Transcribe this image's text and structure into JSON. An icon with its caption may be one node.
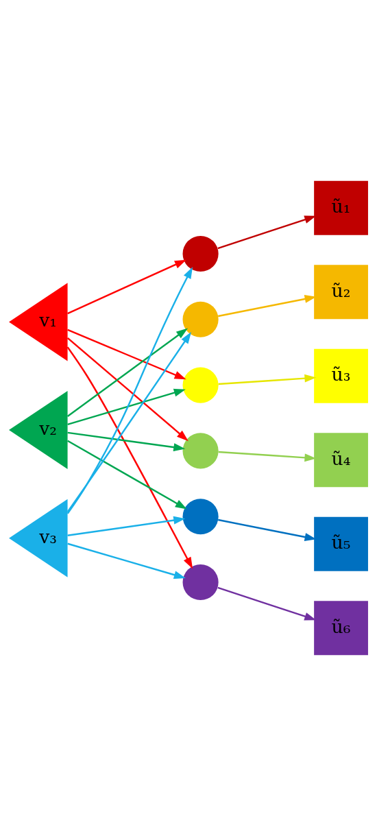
{
  "diagram": {
    "nodes": [
      {
        "text": [
          "v₁"
        ]
      },
      {
        "text": [
          "v₂"
        ]
      },
      {
        "text": [
          "v₃"
        ]
      },
      {
        "text": [],
        "shape": "circle"
      },
      {
        "text": [],
        "shape": "circle"
      },
      {
        "text": [],
        "shape": "circle"
      },
      {
        "text": [],
        "shape": "circle"
      },
      {
        "text": [],
        "shape": "circle"
      },
      {
        "text": [],
        "shape": "circle"
      },
      {
        "text": [
          "ũ₁"
        ]
      },
      {
        "text": [
          "ũ₂"
        ]
      },
      {
        "text": [
          "ũ₃"
        ]
      },
      {
        "text": [
          "ũ₄"
        ]
      },
      {
        "text": [
          "ũ₅"
        ]
      },
      {
        "text": [
          "ũ₆"
        ]
      }
    ],
    "edges": [
      {
        "from": 0,
        "to": 3,
        "arrow": "to",
        "color": "#ff0000"
      },
      {
        "from": 0,
        "to": 5,
        "arrow": "to",
        "color": "#ff0000"
      },
      {
        "from": 0,
        "to": 6,
        "arrow": "to",
        "color": "#ff0000"
      },
      {
        "from": 0,
        "to": 8,
        "arrow": "to",
        "color": "#ff0000"
      },
      {
        "from": 1,
        "to": 4,
        "arrow": "to",
        "color": "#00a651"
      },
      {
        "from": 1,
        "to": 5,
        "arrow": "to",
        "color": "#00a651"
      },
      {
        "from": 1,
        "to": 6,
        "arrow": "to",
        "color": "#00a651"
      },
      {
        "from": 1,
        "to": 7,
        "arrow": "to",
        "color": "#00a651"
      },
      {
        "from": 2,
        "to": 3,
        "arrow": "to",
        "color": "#1ab0e8"
      },
      {
        "from": 2,
        "to": 4,
        "arrow": "to",
        "color": "#1ab0e8"
      },
      {
        "from": 2,
        "to": 7,
        "arrow": "to",
        "color": "#1ab0e8"
      },
      {
        "from": 2,
        "to": 8,
        "arrow": "to",
        "color": "#1ab0e8"
      },
      {
        "from": 3,
        "to": 9,
        "arrow": "to",
        "color": "#c00000"
      },
      {
        "from": 4,
        "to": 10,
        "arrow": "to",
        "color": "#f5b800"
      },
      {
        "from": 5,
        "to": 11,
        "arrow": "to",
        "color": "#e6e600"
      },
      {
        "from": 6,
        "to": 12,
        "arrow": "to",
        "color": "#92d050"
      },
      {
        "from": 7,
        "to": 13,
        "arrow": "to",
        "color": "#0070c0"
      },
      {
        "from": 8,
        "to": 14,
        "arrow": "to",
        "color": "#7030a0"
      }
    ]
  }
}
